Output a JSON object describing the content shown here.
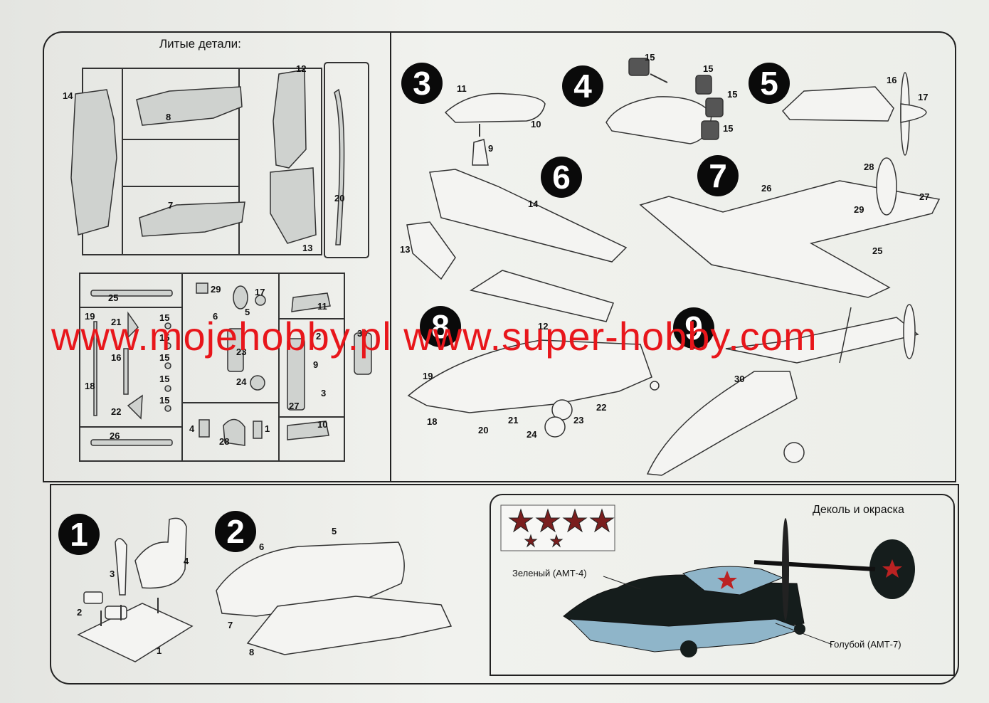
{
  "sprue": {
    "title": "Литые детали:",
    "labels": [
      "14",
      "8",
      "12",
      "7",
      "20",
      "13",
      "25",
      "29",
      "17",
      "6",
      "5",
      "11",
      "19",
      "21",
      "15",
      "15",
      "15",
      "15",
      "15",
      "15",
      "2",
      "30",
      "16",
      "23",
      "9",
      "18",
      "24",
      "3",
      "22",
      "27",
      "26",
      "4",
      "28",
      "1",
      "10"
    ]
  },
  "steps": {
    "s1": {
      "number": "1",
      "labels": [
        "3",
        "4",
        "2",
        "1"
      ]
    },
    "s2": {
      "number": "2",
      "labels": [
        "5",
        "6",
        "7",
        "8"
      ]
    },
    "s3": {
      "number": "3",
      "labels": [
        "11",
        "10",
        "9"
      ]
    },
    "s4": {
      "number": "4",
      "labels": [
        "15",
        "15",
        "15",
        "15"
      ]
    },
    "s5": {
      "number": "5",
      "labels": [
        "16",
        "17"
      ]
    },
    "s6": {
      "number": "6",
      "labels": [
        "14",
        "13"
      ]
    },
    "s7": {
      "number": "7",
      "labels": [
        "28",
        "26",
        "27",
        "29",
        "25"
      ]
    },
    "s8": {
      "number": "8",
      "labels": [
        "12",
        "19",
        "18",
        "20",
        "21",
        "24",
        "23",
        "22"
      ]
    },
    "s9": {
      "number": "9",
      "labels": [
        "30"
      ]
    }
  },
  "decal": {
    "title": "Деколь и окраска",
    "color_green": "Зеленый (АМТ-4)",
    "color_blue": "Голубой (АМТ-7)",
    "swatch_blue": "#8fb5c9",
    "swatch_dark": "#151d1c",
    "star_color": "#7a1e1e"
  },
  "watermark": {
    "text": "www.mojehobby.pl www.super-hobby.com",
    "color": "#e8161b"
  }
}
